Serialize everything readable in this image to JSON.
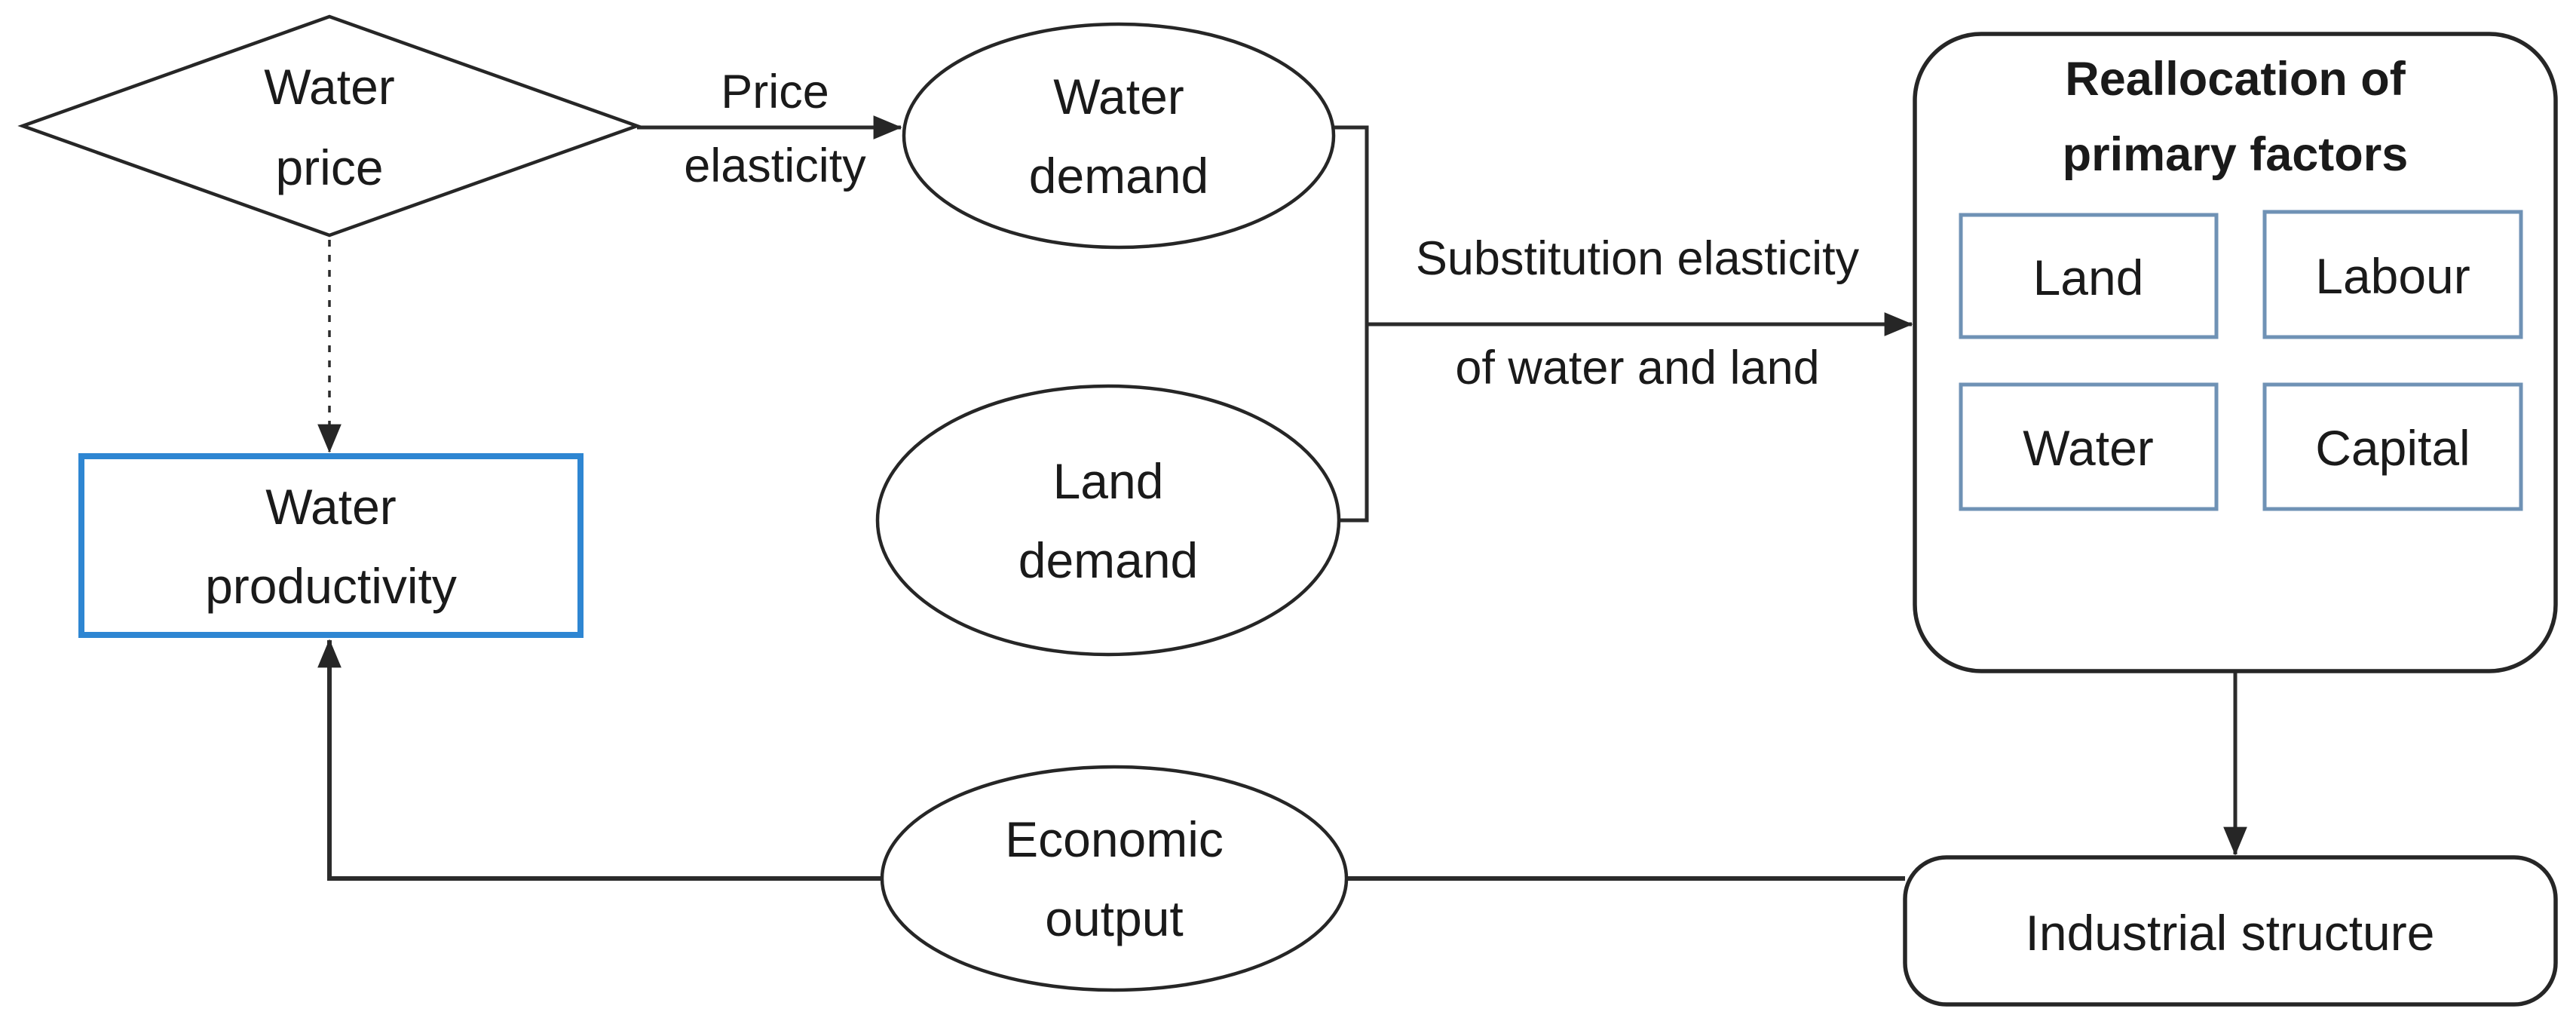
{
  "diagram": {
    "background": "#ffffff",
    "line_color": "#262626",
    "text_color": "#1a1a1a",
    "nodes": {
      "water_price": {
        "shape": "diamond",
        "line1": "Water",
        "line2": "price"
      },
      "water_demand": {
        "shape": "ellipse",
        "line1": "Water",
        "line2": "demand"
      },
      "land_demand": {
        "shape": "ellipse",
        "line1": "Land",
        "line2": "demand"
      },
      "water_productivity": {
        "shape": "rectangle",
        "border_color": "#2e86d2",
        "line1": "Water",
        "line2": "productivity"
      },
      "reallocation_of_primary_factors": {
        "shape": "rounded-rectangle",
        "title_line1": "Reallocation of",
        "title_line2": "primary factors",
        "factor_box_border_color": "#6f92b5",
        "factors": [
          "Land",
          "Labour",
          "Water",
          "Capital"
        ]
      },
      "industrial_structure": {
        "shape": "rounded-rectangle",
        "label": "Industrial structure"
      },
      "economic_output": {
        "shape": "ellipse",
        "line1": "Economic",
        "line2": "output"
      }
    },
    "edge_labels": {
      "price_elasticity": {
        "line1": "Price",
        "line2": "elasticity"
      },
      "substitution_elasticity": {
        "line1": "Substitution elasticity",
        "line2": "of water and land"
      }
    }
  }
}
